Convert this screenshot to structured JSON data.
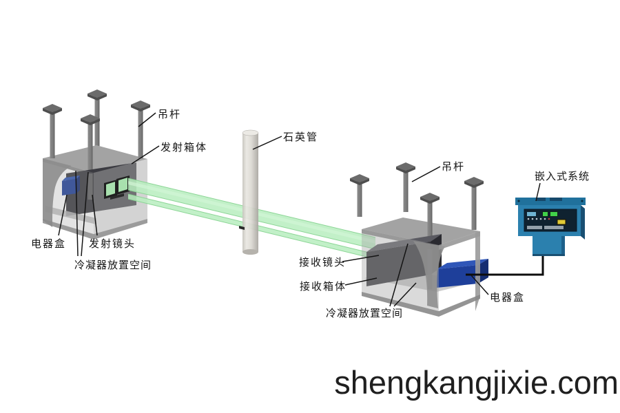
{
  "diagram": {
    "labels": {
      "hanger_left": "吊杆",
      "transmitter_box": "发射箱体",
      "quartz_tube": "石英管",
      "hanger_right": "吊杆",
      "embedded_system": "嵌入式系统",
      "electrical_box_left": "电器盒",
      "transmitter_lens": "发射镜头",
      "condenser_space_left": "冷凝器放置空间",
      "receiver_lens": "接收镜头",
      "receiver_box": "接收箱体",
      "condenser_space_right": "冷凝器放置空间",
      "electrical_box_right": "电器盒"
    },
    "watermark": "shengkangjixie.com",
    "colors": {
      "laser_beam_green": "#b7edbe",
      "electrical_box_blue": "#1e3f9a",
      "embedded_system_blue": "#2b80ae",
      "box_gray": "#a3a3a3",
      "label_text": "#141414"
    }
  }
}
